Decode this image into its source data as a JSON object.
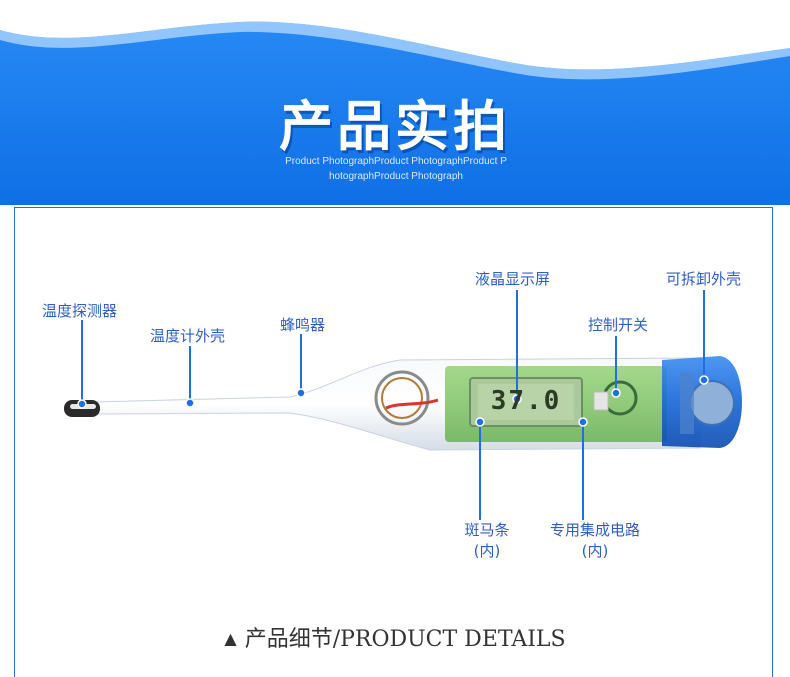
{
  "banner": {
    "title": "产品实拍",
    "subtitle": "Product PhotographProduct PhotographProduct PhotographProduct Photograph"
  },
  "labels": {
    "temp_probe": "温度探测器",
    "thermo_shell": "温度计外壳",
    "buzzer": "蜂鸣器",
    "lcd": "液晶显示屏",
    "control_switch": "控制开关",
    "detachable_shell": "可拆卸外壳",
    "zebra_strip": "斑马条",
    "zebra_strip_note": "(内)",
    "ic": "专用集成电路",
    "ic_note": "(内)"
  },
  "lcd_readout": "37.0",
  "footer": {
    "arrow": "▲",
    "title": "产品细节/PRODUCT DETAILS"
  },
  "colors": {
    "banner_blue": "#1a7ff0",
    "label_blue": "#2d5fc2",
    "line_blue": "#1f6ee6",
    "pcb_green": "#7fc46a",
    "cap_blue": "#1565d8"
  }
}
